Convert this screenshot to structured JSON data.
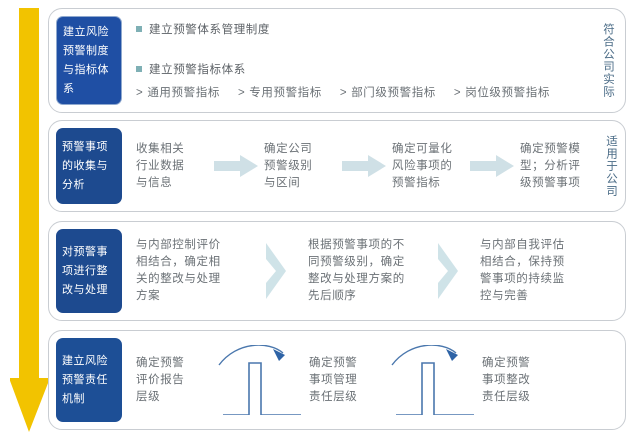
{
  "diagram": {
    "flow_arrow": {
      "icon": "down-arrow-icon",
      "color": "#f2c300"
    }
  },
  "sections": [
    {
      "stage_label": "建立风险预警制度与指标体系",
      "side_tag": "符合公司实际",
      "bullets": [
        "建立预警体系管理制度",
        "建立预警指标体系"
      ],
      "sub_items": [
        "通用预警指标",
        "专用预警指标",
        "部门级预警指标",
        "岗位级预警指标"
      ],
      "gt": ">"
    },
    {
      "stage_label": "预警事项的收集与分析",
      "side_tag": "适用于公司",
      "steps": [
        "收集相关\n行业数据\n与信息",
        "确定公司\n预警级别\n与区间",
        "确定可量化\n风险事项的\n预警指标",
        "确定预警模\n型；分析评\n级预警事项"
      ],
      "connector_icon": "right-arrow-icon"
    },
    {
      "stage_label": "对预警事项进行整改与处理",
      "side_tag": "",
      "steps": [
        "与内部控制评价\n相结合，确定相\n关的整改与处理\n方案",
        "根据预警事项的不\n同预警级别，确定\n整改与处理方案的\n先后顺序",
        "与内部自我评估\n相结合，保持预\n警事项的持续监\n控与完善"
      ],
      "connector_icon": "chevron-right-icon"
    },
    {
      "stage_label": "建立风险预警责任机制",
      "side_tag": "",
      "steps": [
        "确定预警\n评价报告\n层级",
        "确定预警\n事项管理\n责任层级",
        "确定预警\n事项整改\n责任层级"
      ],
      "connector_icon": "step-up-curved-arrow-icon"
    }
  ],
  "colors": {
    "stage_blue": "#1d4a8f",
    "accent_yellow": "#f2c300",
    "connector_blue": "#c5dce6",
    "bullet_teal": "#7fb0b5",
    "step_line_blue": "#4a77ad"
  }
}
